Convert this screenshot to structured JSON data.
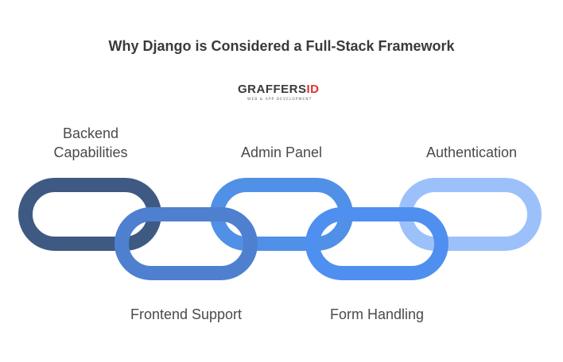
{
  "title": "Why Django is Considered a Full-Stack Framework",
  "logo": {
    "name_main": "GRAFFERS",
    "name_accent": "ID",
    "tagline": "WEB & APP DEVELOPMENT"
  },
  "labels": {
    "backend_line1": "Backend",
    "backend_line2": "Capabilities",
    "admin": "Admin Panel",
    "auth": "Authentication",
    "frontend": "Frontend Support",
    "form": "Form Handling"
  },
  "colors": {
    "link_backend": "#3e5a82",
    "link_frontend": "#4f80d0",
    "link_admin": "#5090e6",
    "link_form": "#4f8ff0",
    "link_auth": "#9cc1fa"
  }
}
